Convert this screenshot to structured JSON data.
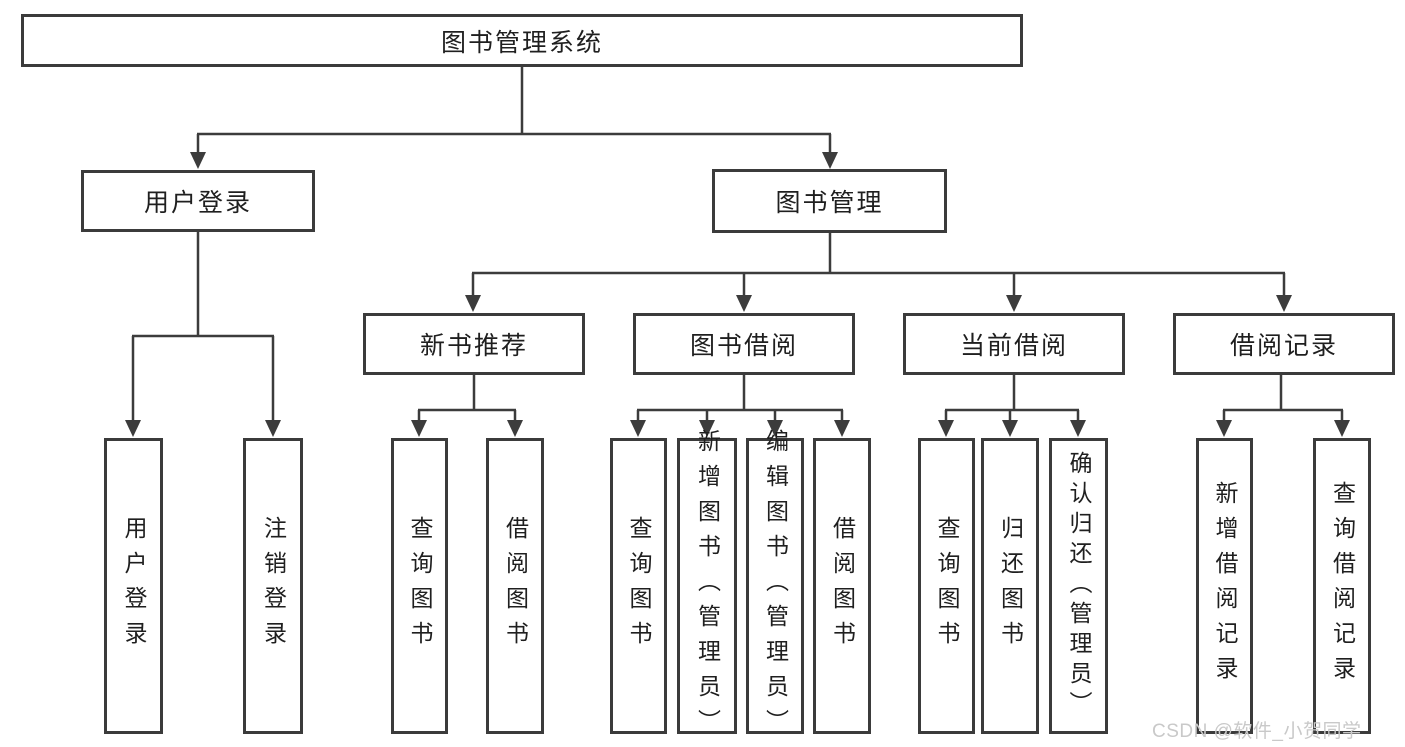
{
  "diagram_type": "functional-structure-tree",
  "colors": {
    "line": "#3c3c3c",
    "node_border": "#3b3b3b",
    "node_text": "#1f1f1f",
    "background": "#ffffff",
    "watermark": "#c9c9c9"
  },
  "watermark": {
    "text": "CSDN @软件_小贺同学"
  },
  "tree": {
    "root": {
      "label": "图书管理系统"
    },
    "branches": [
      {
        "label": "用户登录",
        "children": [
          {
            "label": "用户登录"
          },
          {
            "label": "注销登录"
          }
        ]
      },
      {
        "label": "图书管理",
        "children": [
          {
            "label": "新书推荐",
            "children": [
              {
                "label": "查询图书"
              },
              {
                "label": "借阅图书"
              }
            ]
          },
          {
            "label": "图书借阅",
            "children": [
              {
                "label": "查询图书"
              },
              {
                "label": "新增图书（管理员）"
              },
              {
                "label": "编辑图书（管理员）"
              },
              {
                "label": "借阅图书"
              }
            ]
          },
          {
            "label": "当前借阅",
            "children": [
              {
                "label": "查询图书"
              },
              {
                "label": "归还图书"
              },
              {
                "label": "确认归还（管理员）"
              }
            ]
          },
          {
            "label": "借阅记录",
            "children": [
              {
                "label": "新增借阅记录"
              },
              {
                "label": "查询借阅记录"
              }
            ]
          }
        ]
      }
    ]
  }
}
